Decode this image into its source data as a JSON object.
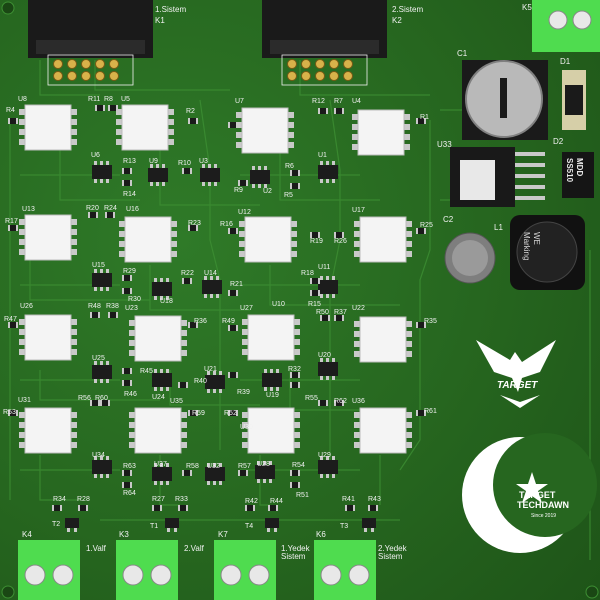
{
  "colors": {
    "board": "#26661f",
    "trace": "#3d8f33",
    "silk": "#f2f2f2",
    "ic_body": "#f4f4f4",
    "pad": "#c9c9c9",
    "terminal_green": "#4fdc4f",
    "connector_black": "#1a1a1a",
    "pin_gold": "#d8b24a"
  },
  "headers": [
    {
      "title": "1.Sistem",
      "ref": "K1"
    },
    {
      "title": "2.Sistem",
      "ref": "K2"
    }
  ],
  "power": {
    "k5": "K5",
    "c1": "C1",
    "d1": "D1",
    "d2": "D2",
    "u33": "U33",
    "c2": "C2",
    "l1": "L1",
    "inductor_text_1": "WE",
    "inductor_text_2": "Marking",
    "diode_text_1": "MDD",
    "diode_text_2": "SS510"
  },
  "designators": [
    "R4",
    "U8",
    "R11",
    "R8",
    "U5",
    "R2",
    "U7",
    "R12",
    "R7",
    "U4",
    "R1",
    "U6",
    "R13",
    "U9",
    "R10",
    "U3",
    "R6",
    "U1",
    "R14",
    "R9",
    "U2",
    "R5",
    "R20",
    "R24",
    "R17",
    "U13",
    "U16",
    "R23",
    "R16",
    "U12",
    "R19",
    "R26",
    "U17",
    "R25",
    "U15",
    "R29",
    "R22",
    "U14",
    "R18",
    "U11",
    "R30",
    "U18",
    "R21",
    "U10",
    "R15",
    "R48",
    "R38",
    "R47",
    "U26",
    "U23",
    "R36",
    "R49",
    "U27",
    "R50",
    "R37",
    "U22",
    "R35",
    "U25",
    "R45",
    "R46",
    "U24",
    "R40",
    "U21",
    "R39",
    "R32",
    "U19",
    "U20",
    "R56",
    "R60",
    "R53",
    "U31",
    "U35",
    "R59",
    "R52",
    "U30",
    "R55",
    "R62",
    "U36",
    "R61",
    "U34",
    "R63",
    "R64",
    "U37",
    "R58",
    "U32",
    "R57",
    "U28",
    "R54",
    "R51",
    "U29",
    "R34",
    "R28",
    "T2",
    "R27",
    "R33",
    "T1",
    "R42",
    "R44",
    "T4",
    "R41",
    "R43",
    "T3"
  ],
  "terminals": [
    {
      "ref": "K4",
      "label": "1.Valf"
    },
    {
      "ref": "K3",
      "label": "2.Valf"
    },
    {
      "ref": "K7",
      "label": "1.Yedek Sistem"
    },
    {
      "ref": "K6",
      "label": "2.Yedek Sistem"
    }
  ],
  "logos": {
    "target": "TARGET",
    "techdawn_1": "TARGET",
    "techdawn_2": "TECHDAWN",
    "techdawn_3": "Since 2019"
  },
  "icons": [
    "eagle-logo-icon",
    "crescent-logo-icon",
    "mounting-hole-icon"
  ]
}
